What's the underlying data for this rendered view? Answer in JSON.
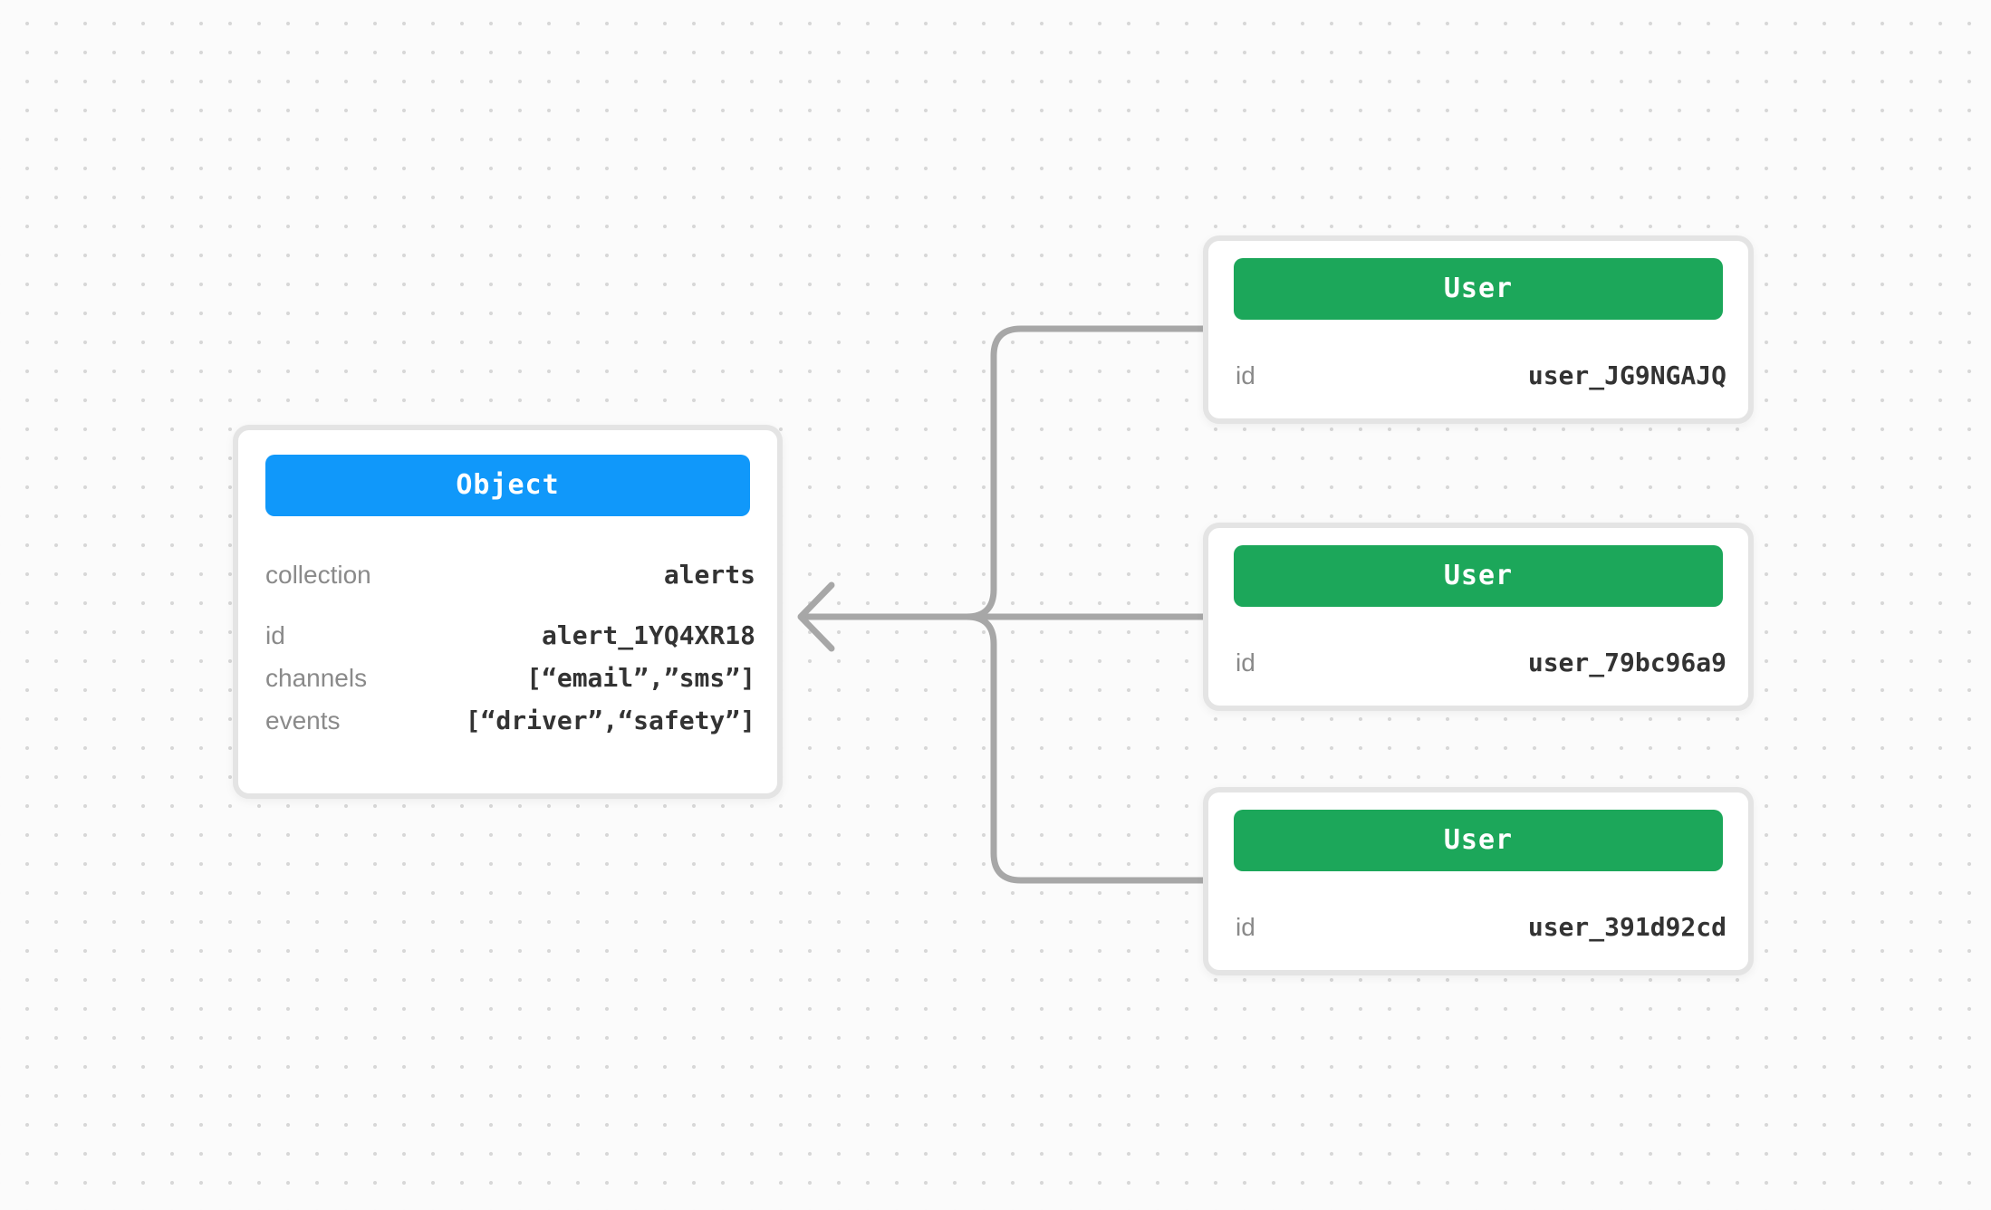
{
  "diagram": {
    "object_node": {
      "title": "Object",
      "rows": [
        {
          "label": "collection",
          "value": "alerts"
        },
        {
          "label": "id",
          "value": "alert_1YQ4XR18"
        },
        {
          "label": "channels",
          "value": "[“email”,”sms”]"
        },
        {
          "label": "events",
          "value": "[“driver”,“safety”]"
        }
      ]
    },
    "user_nodes": [
      {
        "title": "User",
        "rows": [
          {
            "label": "id",
            "value": "user_JG9NGAJQ"
          }
        ]
      },
      {
        "title": "User",
        "rows": [
          {
            "label": "id",
            "value": "user_79bc96a9"
          }
        ]
      },
      {
        "title": "User",
        "rows": [
          {
            "label": "id",
            "value": "user_391d92cd"
          }
        ]
      }
    ],
    "relation": {
      "direction": "users-to-object",
      "arrowhead": "left"
    }
  },
  "colors": {
    "object_header": "#1098fa",
    "user_header": "#1ca75a",
    "connector": "#a7a7a7",
    "card_border": "#e4e4e4",
    "label_text": "#8a8a8a",
    "value_text": "#333333",
    "dot_grid": "#d7d7d7",
    "background": "#fbfbfb"
  }
}
